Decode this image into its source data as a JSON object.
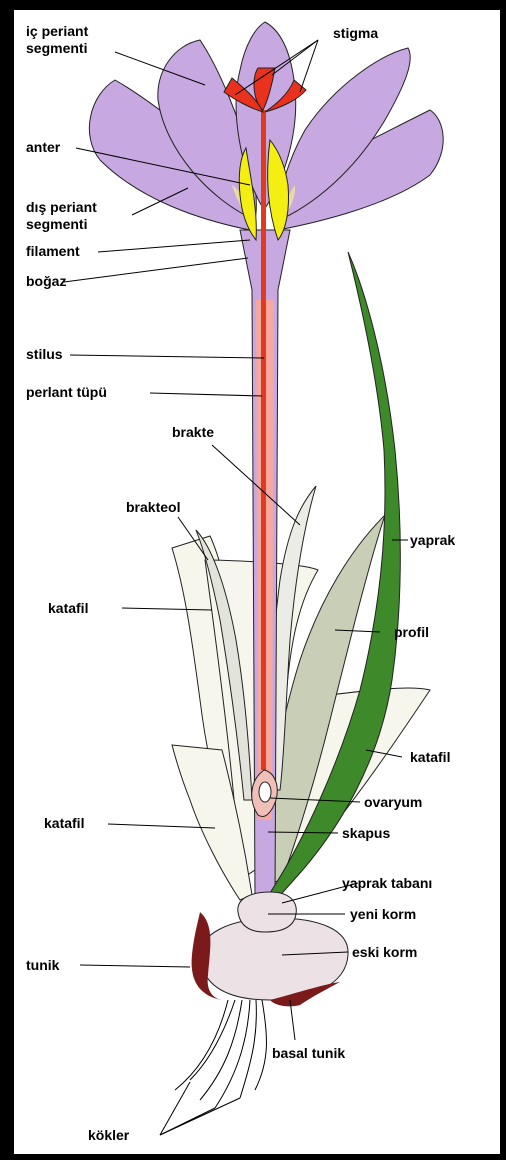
{
  "diagram": {
    "labels": {
      "ic_periant_1": "iç periant",
      "ic_periant_2": "segmenti",
      "stigma": "stigma",
      "anter": "anter",
      "dis_periant_1": "dış periant",
      "dis_periant_2": "segmenti",
      "filament": "filament",
      "bogaz": "boğaz",
      "stilus": "stilus",
      "perlant_tupu": "perlant tüpü",
      "brakte": "brakte",
      "brakteol": "brakteol",
      "yaprak": "yaprak",
      "katafil_left_1": "katafil",
      "profil": "profil",
      "katafil_right": "katafil",
      "ovaryum": "ovaryum",
      "katafil_left_2": "katafil",
      "skapus": "skapus",
      "yaprak_tabani": "yaprak tabanı",
      "yeni_korm": "yeni korm",
      "tunik": "tunik",
      "eski_korm": "eski korm",
      "basal_tunik": "basal tunik",
      "kokler": "kökler"
    },
    "colors": {
      "background": "#000000",
      "panel": "#ffffff",
      "petal": "#c8a8e0",
      "stigma": "#e8321e",
      "anther": "#f5ee12",
      "style": "#e03a20",
      "tube": "#f4a8a0",
      "leaf": "#3e8a2a",
      "cataphyll": "#f6f6ec",
      "profile": "#c9cfb6",
      "corm": "#ece2e6",
      "tunic": "#7a1a1a"
    }
  }
}
